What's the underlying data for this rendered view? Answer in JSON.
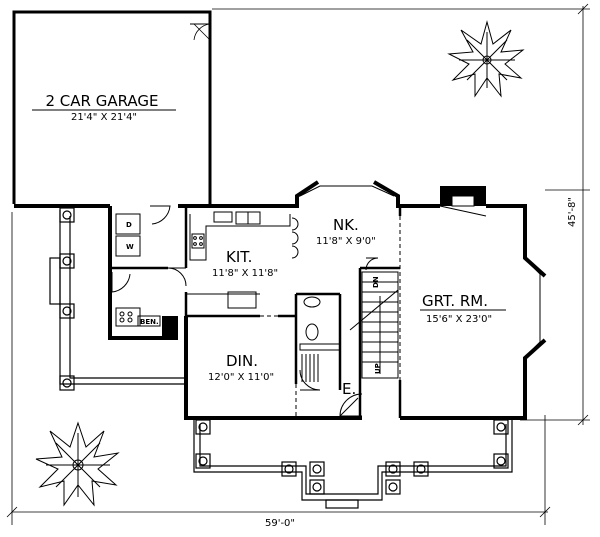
{
  "plan": {
    "rooms": [
      {
        "id": "garage",
        "name": "2 CAR GARAGE",
        "size": "21'4\" X 21'4\""
      },
      {
        "id": "kitchen",
        "name": "KIT.",
        "size": "11'8\" X 11'8\""
      },
      {
        "id": "nook",
        "name": "NK.",
        "size": "11'8\" X 9'0\""
      },
      {
        "id": "great-room",
        "name": "GRT. RM.",
        "size": "15'6\" X 23'0\""
      },
      {
        "id": "dining",
        "name": "DIN.",
        "size": "12'0\" X 11'0\""
      },
      {
        "id": "entry",
        "name": "E.",
        "size": ""
      }
    ],
    "fixtures": {
      "bench": "BEN.",
      "dryer": "D",
      "washer": "W",
      "stair_dn": "DN",
      "stair_up": "UP"
    },
    "dimensions": {
      "overall_width": "59'-0\"",
      "overall_depth": "45'-8\""
    }
  }
}
